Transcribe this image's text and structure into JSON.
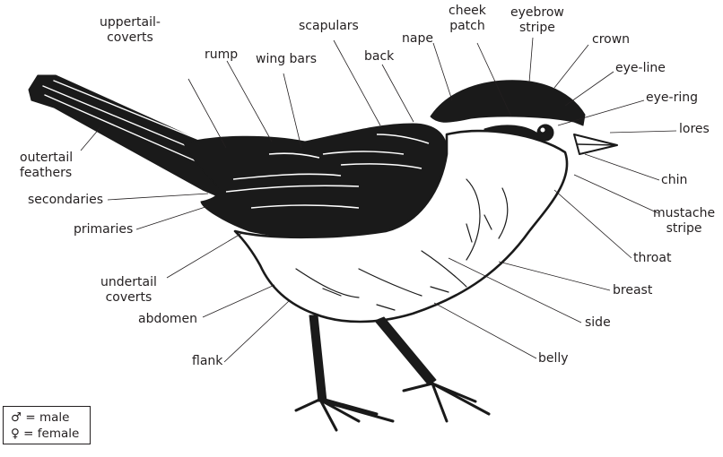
{
  "diagram": {
    "labels": {
      "uppertail_coverts": [
        "uppertail-",
        "coverts"
      ],
      "rump": "rump",
      "wing_bars": "wing bars",
      "scapulars": "scapulars",
      "back": "back",
      "nape": "nape",
      "cheek_patch": [
        "cheek",
        "patch"
      ],
      "eyebrow_stripe": [
        "eyebrow",
        "stripe"
      ],
      "crown": "crown",
      "eye_line": "eye-line",
      "eye_ring": "eye-ring",
      "lores": "lores",
      "chin": "chin",
      "mustache_stripe": [
        "mustache",
        "stripe"
      ],
      "throat": "throat",
      "breast": "breast",
      "side": "side",
      "belly": "belly",
      "outertail_feathers": [
        "outertail",
        "feathers"
      ],
      "secondaries": "secondaries",
      "primaries": "primaries",
      "undertail_coverts": [
        "undertail",
        "coverts"
      ],
      "abdomen": "abdomen",
      "flank": "flank"
    },
    "legend": {
      "male": "♂ = male",
      "female": "♀ = female"
    }
  }
}
